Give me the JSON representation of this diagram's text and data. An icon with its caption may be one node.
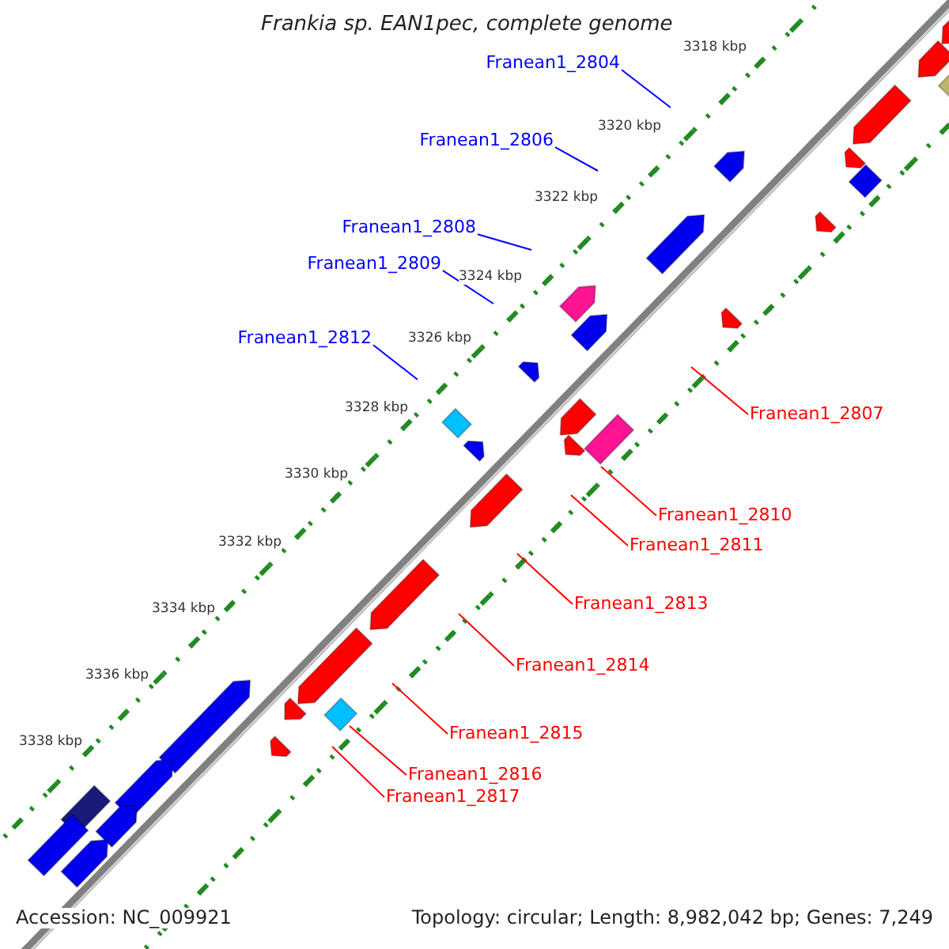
{
  "diagram": {
    "title": "Frankia sp. EAN1pec, complete genome",
    "nodes": [
      {
        "text": [
          "Franean1_2804"
        ]
      },
      {
        "text": [
          "Franean1_2806"
        ]
      },
      {
        "text": [
          "Franean1_2808"
        ]
      },
      {
        "text": [
          "Franean1_2809"
        ]
      },
      {
        "text": [
          "Franean1_2812"
        ]
      },
      {
        "text": [
          "Franean1_2807"
        ]
      },
      {
        "text": [
          "Franean1_2810"
        ]
      },
      {
        "text": [
          "Franean1_2811"
        ]
      },
      {
        "text": [
          "Franean1_2813"
        ]
      },
      {
        "text": [
          "Franean1_2814"
        ]
      },
      {
        "text": [
          "Franean1_2815"
        ]
      },
      {
        "text": [
          "Franean1_2816"
        ]
      },
      {
        "text": [
          "Franean1_2817"
        ]
      }
    ],
    "edges": [
      {
        "from": 0,
        "to": null,
        "arrow": "none",
        "color": "#0000ff"
      },
      {
        "from": 1,
        "to": null,
        "arrow": "none",
        "color": "#0000ff"
      },
      {
        "from": 2,
        "to": null,
        "arrow": "none",
        "color": "#0000ff"
      },
      {
        "from": 3,
        "to": null,
        "arrow": "none",
        "color": "#0000ff"
      },
      {
        "from": 4,
        "to": null,
        "arrow": "none",
        "color": "#0000ff"
      },
      {
        "from": 5,
        "to": null,
        "arrow": "none"
      },
      {
        "from": 6,
        "to": null,
        "arrow": "none"
      },
      {
        "from": 7,
        "to": null,
        "arrow": "none"
      },
      {
        "from": 8,
        "to": null,
        "arrow": "none"
      },
      {
        "from": 9,
        "to": null,
        "arrow": "none"
      },
      {
        "from": 10,
        "to": null,
        "arrow": "none"
      },
      {
        "from": 11,
        "to": null,
        "arrow": "none"
      },
      {
        "from": 12,
        "to": null,
        "arrow": "none"
      }
    ],
    "labels": [
      "3318 kbp",
      "3320 kbp",
      "3322 kbp",
      "3324 kbp",
      "3326 kbp",
      "3328 kbp",
      "3330 kbp",
      "3332 kbp",
      "3334 kbp",
      "3336 kbp",
      "3338 kbp",
      "Accession: NC_009921",
      "Topology: circular; Length: 8,982,042 bp; Genes: 7,249"
    ]
  }
}
